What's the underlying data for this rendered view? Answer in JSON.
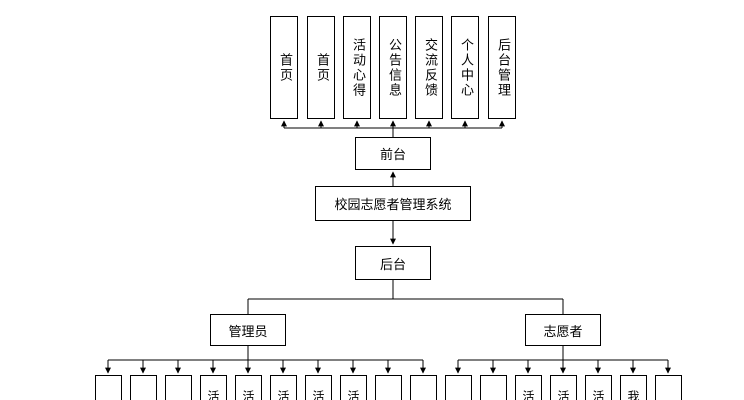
{
  "diagram": {
    "top_modules": [
      "首页",
      "首页",
      "活动心得",
      "公告信息",
      "交流反馈",
      "个人中心",
      "后台管理"
    ],
    "front": "前台",
    "system": "校园志愿者管理系统",
    "back": "后台",
    "roles": {
      "admin": "管理员",
      "volunteer": "志愿者"
    },
    "admin_modules": [
      "",
      "",
      "",
      "活",
      "活",
      "活",
      "活",
      "活",
      "",
      ""
    ],
    "volunteer_modules": [
      "",
      "",
      "活",
      "活",
      "活",
      "我",
      ""
    ]
  }
}
